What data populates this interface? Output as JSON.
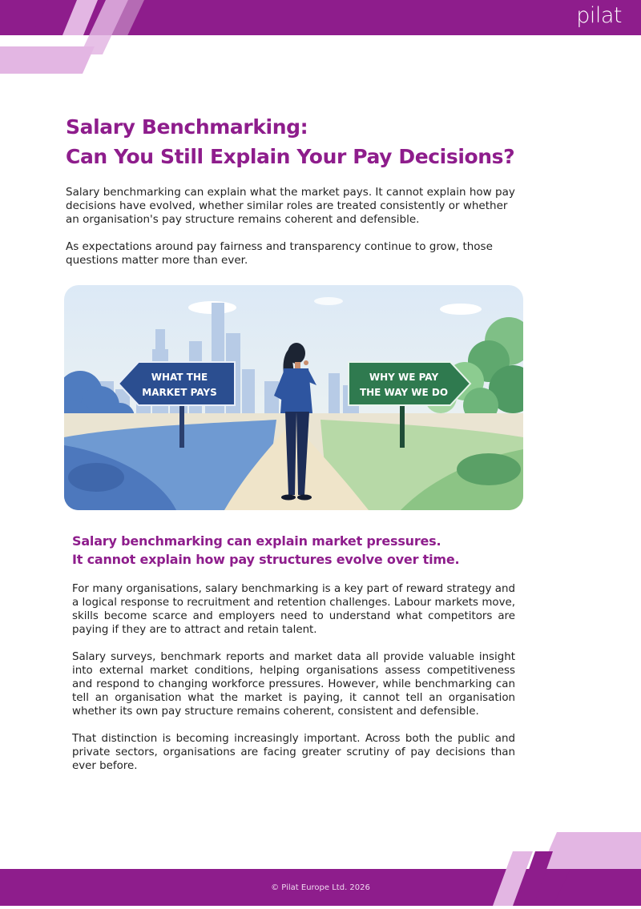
{
  "brand": {
    "logo_text": "pilat",
    "primary": "#8e1d8c",
    "light": "#e3b6e3"
  },
  "title": {
    "line1": "Salary Benchmarking:",
    "line2": "Can You Still Explain Your Pay Decisions?"
  },
  "intro": {
    "p1": "Salary benchmarking can explain what the market pays. It cannot explain how pay decisions have evolved, whether similar roles are treated consistently or whether an organisation's pay structure remains coherent and defensible.",
    "p2": "As expectations around pay fairness and transparency continue to grow, those questions matter more than ever."
  },
  "illustration": {
    "left_sign": {
      "line1": "WHAT THE",
      "line2": "MARKET PAYS",
      "color": "#2b4e90"
    },
    "right_sign": {
      "line1": "WHY WE PAY",
      "line2": "THE WAY WE DO",
      "color": "#2f7a4f"
    }
  },
  "subhead": {
    "line1": "Salary benchmarking can explain market pressures.",
    "line2": "It cannot explain how pay structures evolve over time."
  },
  "body": {
    "p1": "For many organisations, salary benchmarking is a key part of reward strategy and a logical response to recruitment and retention challenges. Labour markets move, skills become scarce and employers need to understand what competitors are paying if they are to attract and retain talent.",
    "p2": "Salary surveys, benchmark reports and market data all provide valuable insight into external market conditions, helping organisations assess competitiveness and respond to changing workforce pressures. However, while benchmarking can tell an organisation what the market is paying, it cannot tell an organisation whether its own pay structure remains coherent, consistent and defensible.",
    "p3": "That distinction is becoming increasingly important. Across both the public and private sectors, organisations are facing greater scrutiny of pay decisions than ever before."
  },
  "footer": {
    "text": "© Pilat Europe Ltd. 2026"
  }
}
